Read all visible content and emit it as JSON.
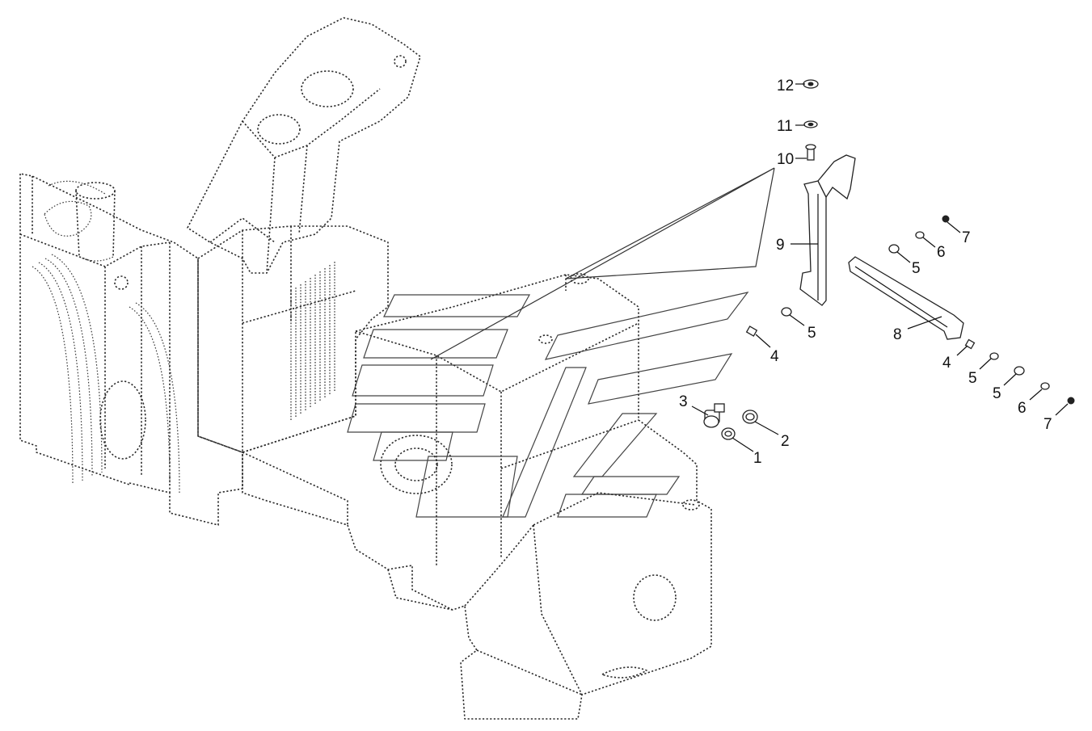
{
  "diagram": {
    "callouts": [
      {
        "id": "c12",
        "label": "12"
      },
      {
        "id": "c11",
        "label": "11"
      },
      {
        "id": "c10",
        "label": "10"
      },
      {
        "id": "c9",
        "label": "9"
      },
      {
        "id": "c7a",
        "label": "7"
      },
      {
        "id": "c6a",
        "label": "6"
      },
      {
        "id": "c5a",
        "label": "5"
      },
      {
        "id": "c5b",
        "label": "5"
      },
      {
        "id": "c8",
        "label": "8"
      },
      {
        "id": "c4a",
        "label": "4"
      },
      {
        "id": "c4b",
        "label": "4"
      },
      {
        "id": "c5c",
        "label": "5"
      },
      {
        "id": "c5d",
        "label": "5"
      },
      {
        "id": "c6b",
        "label": "6"
      },
      {
        "id": "c7b",
        "label": "7"
      },
      {
        "id": "c3",
        "label": "3"
      },
      {
        "id": "c2",
        "label": "2"
      },
      {
        "id": "c1",
        "label": "1"
      }
    ]
  }
}
